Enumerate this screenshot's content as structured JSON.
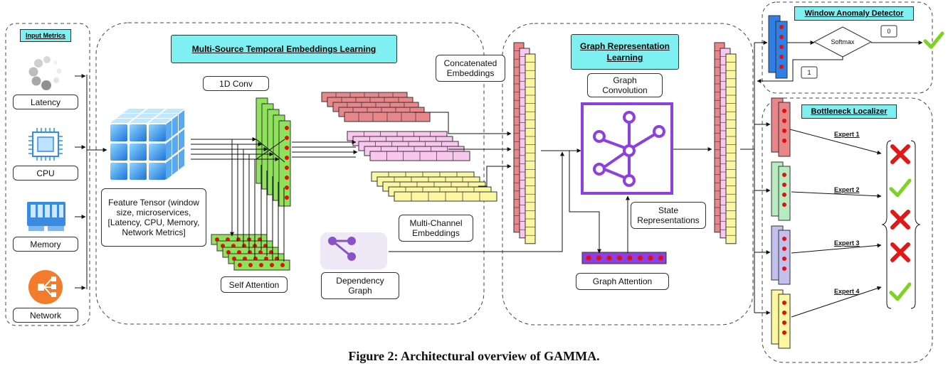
{
  "caption": "Figure 2: Architectural overview of GAMMA.",
  "input_panel": {
    "title": "Input Metrics",
    "items": [
      "Latency",
      "CPU",
      "Memory",
      "Network"
    ]
  },
  "temporal_panel": {
    "title": "Multi-Source Temporal Embeddings Learning",
    "conv_label": "1D Conv",
    "feature_tensor": [
      "Feature Tensor (window",
      "size, microservices,",
      "[Latency, CPU, Memory,",
      "Network Metrics]"
    ],
    "self_attention": "Self Attention",
    "dependency_graph": [
      "Dependency",
      "Graph"
    ],
    "multi_channel": [
      "Multi-Channel",
      "Embeddings"
    ],
    "concatenated": [
      "Concatenated",
      "Embeddings"
    ]
  },
  "graph_panel": {
    "title": [
      "Graph Representation",
      "Learning"
    ],
    "graph_conv": [
      "Graph",
      "Convolution"
    ],
    "state_repr": [
      "State",
      "Representations"
    ],
    "graph_attention": "Graph Attention"
  },
  "detector_panel": {
    "title": "Window Anomaly Detector",
    "softmax": "Softmax",
    "out0": "0",
    "out1": "1"
  },
  "localizer_panel": {
    "title": "Bottleneck Localizer",
    "experts": [
      "Expert 1",
      "Expert 2",
      "Expert 3",
      "Expert 4"
    ],
    "outcomes": [
      "cross",
      "check",
      "cross",
      "cross",
      "check"
    ]
  },
  "colors": {
    "red_layer": "#e8868a",
    "pink_layer": "#f9c6ee",
    "yellow_layer": "#fbf7a0",
    "green_layer": "#8fe35a",
    "blue_layer": "#2f7fe6",
    "purple": "#8e3fe0",
    "cyan_title": "#7ff0f2",
    "dot": "#e11010"
  }
}
